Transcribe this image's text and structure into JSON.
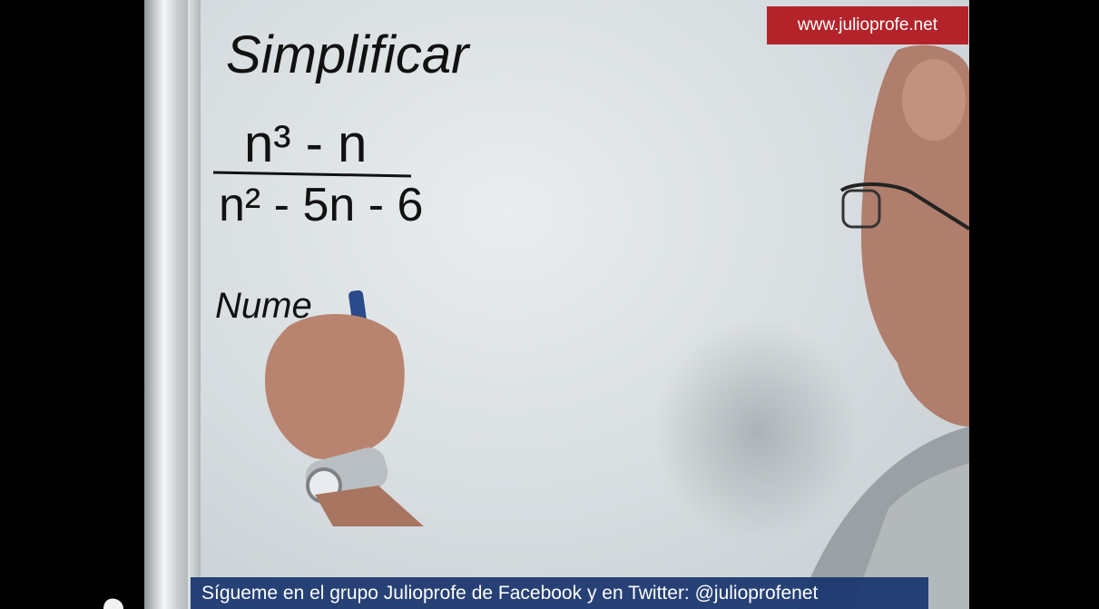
{
  "watermark": {
    "text": "www.julioprofe.net"
  },
  "whiteboard": {
    "title": "Simplificar",
    "numerator": "n³ - n",
    "denominator": "n² - 5n - 6",
    "partial_word": "Nume"
  },
  "caption": {
    "text": "Sígueme en el grupo Julioprofe de Facebook y en Twitter: @julioprofenet"
  },
  "colors": {
    "watermark_bg": "#b5232a",
    "caption_bg": "#18346e",
    "background": "#000000"
  }
}
